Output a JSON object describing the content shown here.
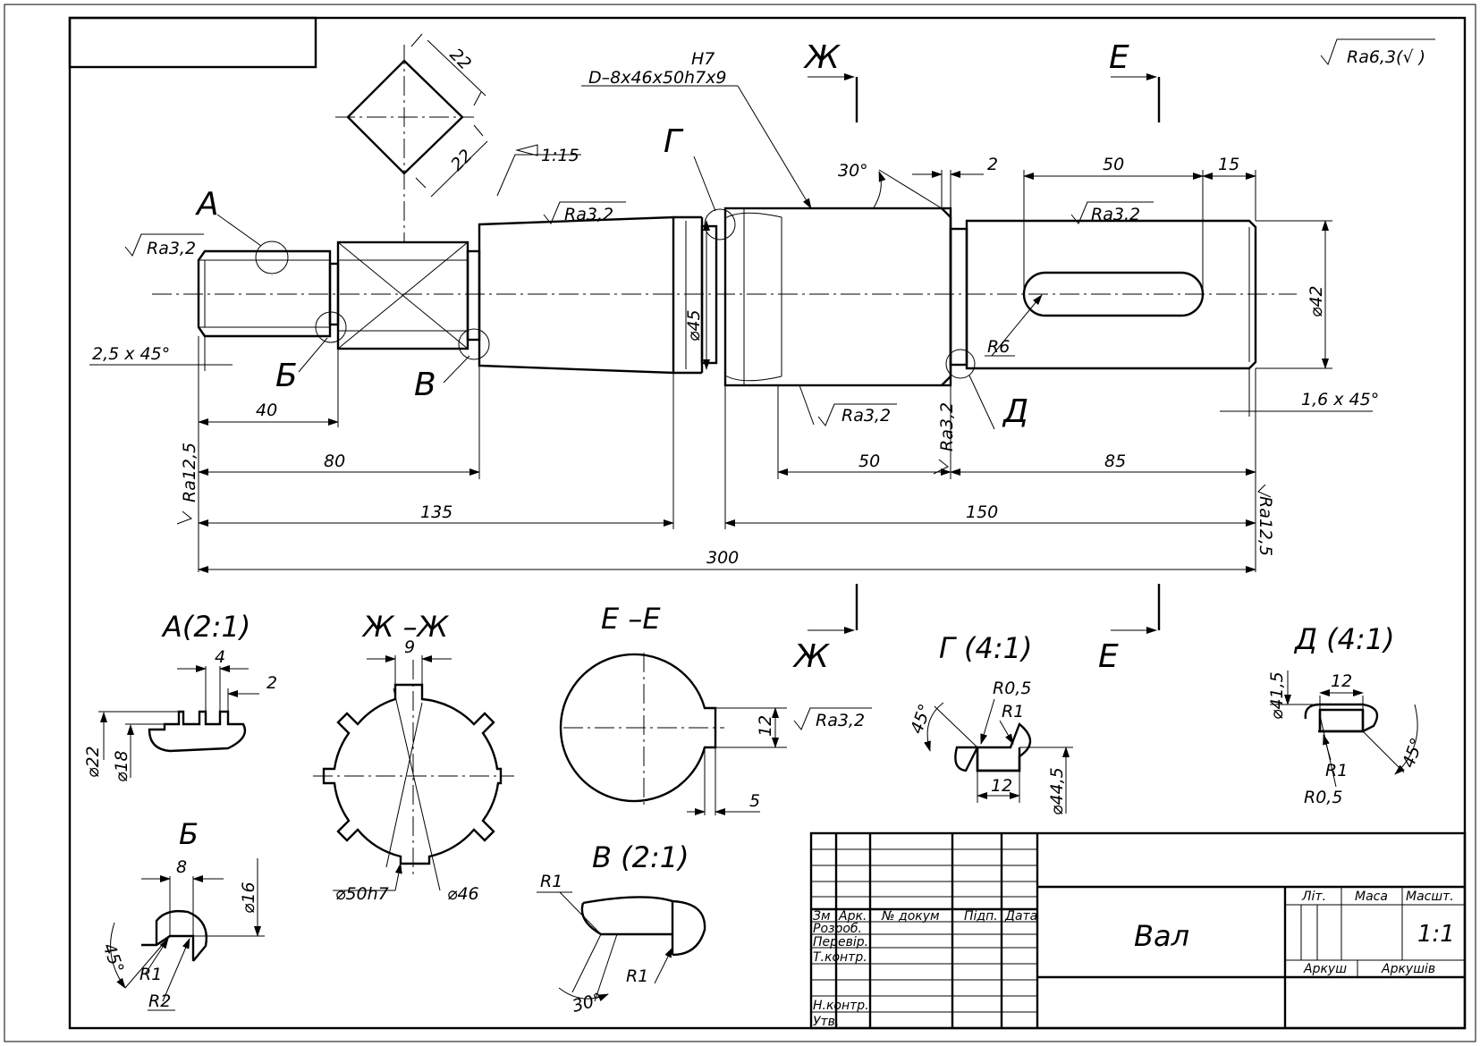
{
  "drawing": {
    "roughness_general": "Ra6,3(√ )",
    "taper": "1:15",
    "spline": {
      "fit": "H7",
      "designation": "D–8x46x50h7x9"
    },
    "roughness_marks": [
      "Ra3,2",
      "Ra3,2",
      "Ra3,2",
      "Ra3,2",
      "Ra3,2",
      "Ra3,2",
      "Ra12,5",
      "Ra12,5"
    ],
    "square_dims": [
      "22",
      "22"
    ],
    "view_letters": {
      "A": "А",
      "B": "Б",
      "V": "В",
      "G": "Г",
      "D": "Д",
      "Zh": "Ж",
      "E": "Е"
    },
    "dims": {
      "chamfer_left": "2,5 x 45°",
      "chamfer_right": "1,6 x 45°",
      "d45": "⌀45",
      "d42": "⌀42",
      "r6": "R6",
      "len40": "40",
      "len80": "80",
      "len135": "135",
      "len50": "50",
      "len85": "85",
      "len150": "150",
      "len300": "300",
      "groove2": "2",
      "angle30": "30°",
      "key50": "50",
      "key15": "15"
    },
    "details": {
      "a_title": "А(2:1)",
      "a_dims": {
        "w4": "4",
        "w2": "2",
        "d22": "⌀22",
        "d18": "⌀18"
      },
      "zh_title": "Ж –Ж",
      "zh_dims": {
        "w9": "9",
        "d50": "⌀50h7",
        "d46": "⌀46"
      },
      "e_title": "Е –Е",
      "e_dims": {
        "w12": "12",
        "w5": "5",
        "ra": "Ra3,2"
      },
      "g_title": "Г (4:1)",
      "g_dims": {
        "r05": "R0,5",
        "r1": "R1",
        "a45": "45°",
        "w12": "12",
        "d445": "⌀44,5"
      },
      "d_title": "Д (4:1)",
      "d_dims": {
        "d415": "⌀41,5",
        "w12": "12",
        "r1": "R1",
        "r05": "R0,5",
        "a45": "45°"
      },
      "b_title": "Б",
      "b_dims": {
        "w8": "8",
        "d16": "⌀16",
        "a45": "45°",
        "r1": "R1",
        "r2": "R2"
      },
      "v_title": "В (2:1)",
      "v_dims": {
        "r1a": "R1",
        "r1b": "R1",
        "a30": "30°"
      }
    }
  },
  "title_block": {
    "name": "Вал",
    "scale": "1:1",
    "cols": {
      "lit": "Літ.",
      "mass": "Маса",
      "scale": "Масшт."
    },
    "sheet": "Аркуш",
    "sheets": "Аркушів",
    "header": {
      "zm": "Зм",
      "ark": "Арк.",
      "doc": "№ докум",
      "sign": "Підп.",
      "date": "Дата"
    },
    "roles": [
      "Розроб.",
      "Перевір.",
      "Т.контр.",
      "Н.контр.",
      "Утв."
    ]
  }
}
